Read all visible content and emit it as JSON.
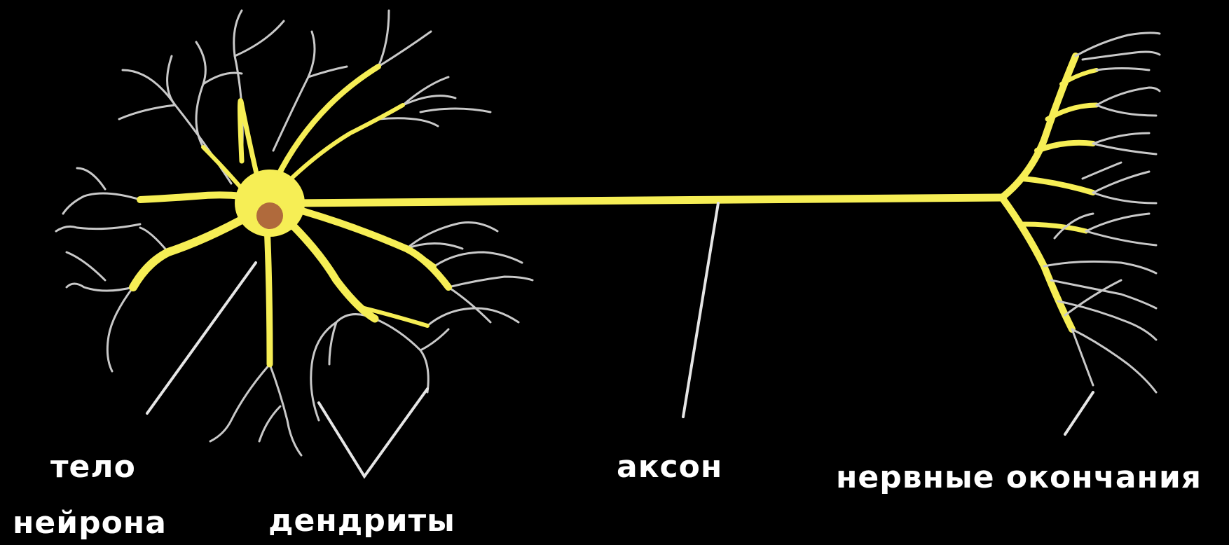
{
  "labels": {
    "cell_body_line1": "тело",
    "cell_body_line2": "нейрона",
    "dendrites": "дендриты",
    "axon": "аксон",
    "nerve_endings": "нервные окончания"
  },
  "colors": {
    "background": "#000000",
    "neuron": "#f6ee55",
    "nucleus": "#b06a3c",
    "thin_branches": "#c9c9c9",
    "pointer_lines": "#e6e6e6",
    "label_text": "#ffffff"
  }
}
